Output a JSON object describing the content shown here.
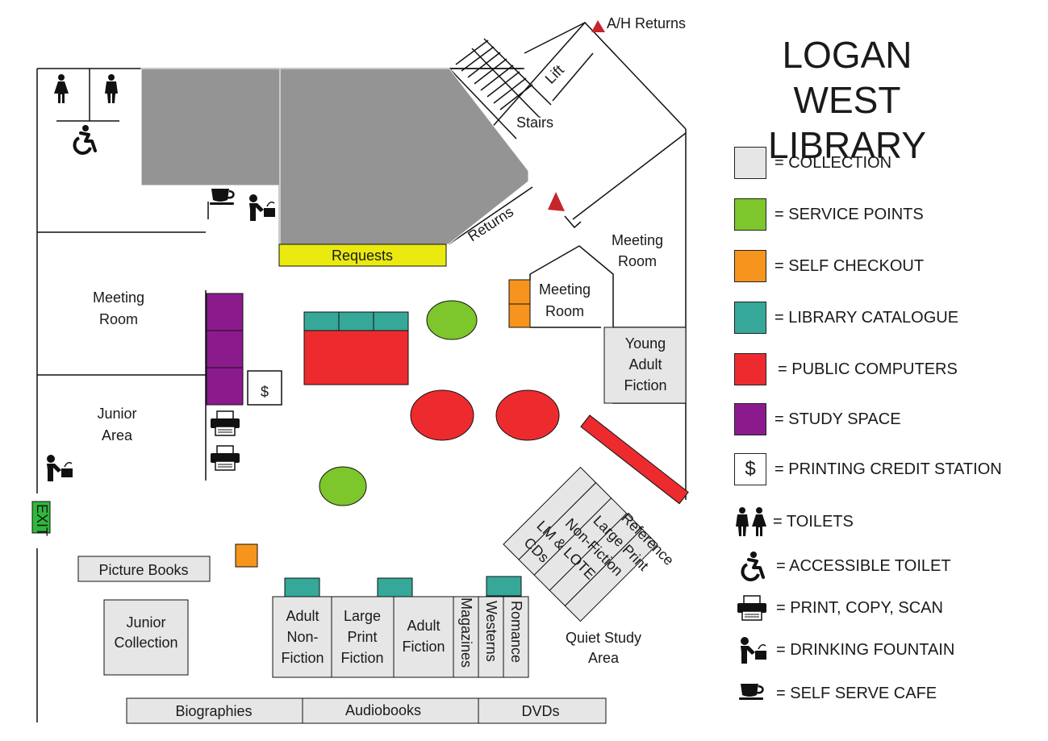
{
  "title_line1": "LOGAN WEST",
  "title_line2": "LIBRARY",
  "colors": {
    "collection": "#e6e6e6",
    "service_points": "#7dc62b",
    "self_checkout": "#f7941d",
    "catalogue": "#35a899",
    "public_computers": "#ed2b2f",
    "study_space": "#8b1b8d",
    "staff_area": "#949494",
    "requests": "#eaea10",
    "exit": "#2eb83a",
    "returns": "#c4262e"
  },
  "map": {
    "ah_returns": "A/H Returns",
    "lift": "Lift",
    "stairs": "Stairs",
    "returns": "Returns",
    "requests": "Requests",
    "meeting_room_right": [
      "Meeting",
      "Room"
    ],
    "meeting_room_center": [
      "Meeting",
      "Room"
    ],
    "meeting_room_left": [
      "Meeting",
      "Room"
    ],
    "junior_area": [
      "Junior",
      "Area"
    ],
    "young_adult": [
      "Young",
      "Adult",
      "Fiction"
    ],
    "printing_symbol": "$",
    "exit": "EXIT",
    "picture_books": "Picture Books",
    "junior_collection": [
      "Junior",
      "Collection"
    ],
    "adult_nonfiction": [
      "Adult",
      "Non-",
      "Fiction"
    ],
    "large_print_fiction": [
      "Large",
      "Print",
      "Fiction"
    ],
    "adult_fiction": [
      "Adult",
      "Fiction"
    ],
    "magazines": "Magazines",
    "westerns": "Westerns",
    "romance": "Romance",
    "quiet_study": [
      "Quiet Study",
      "Area"
    ],
    "reference": "Reference",
    "large_print_nf": "Large Print",
    "non_fiction": "Non-Fiction",
    "lm_lote": "LM & LOTE",
    "cds": "CDs",
    "biographies": "Biographies",
    "audiobooks": "Audiobooks",
    "dvds": "DVDs"
  },
  "legend": {
    "collection": "= COLLECTION",
    "service_points": "= SERVICE POINTS",
    "self_checkout": "= SELF CHECKOUT",
    "catalogue": "= LIBRARY CATALOGUE",
    "public_computers": "= PUBLIC COMPUTERS",
    "study_space": "= STUDY SPACE",
    "printing_symbol": "$",
    "printing_credit": "= PRINTING CREDIT STATION",
    "toilets": "= TOILETS",
    "accessible_toilet": "= ACCESSIBLE TOILET",
    "print_copy_scan": "= PRINT, COPY, SCAN",
    "drinking_fountain": "= DRINKING FOUNTAIN",
    "cafe": "= SELF SERVE CAFE"
  },
  "icons": [
    "female-toilet-icon",
    "male-toilet-icon",
    "wheelchair-icon",
    "printer-icon",
    "drinking-fountain-icon",
    "coffee-cup-icon",
    "returns-triangle-icon"
  ]
}
